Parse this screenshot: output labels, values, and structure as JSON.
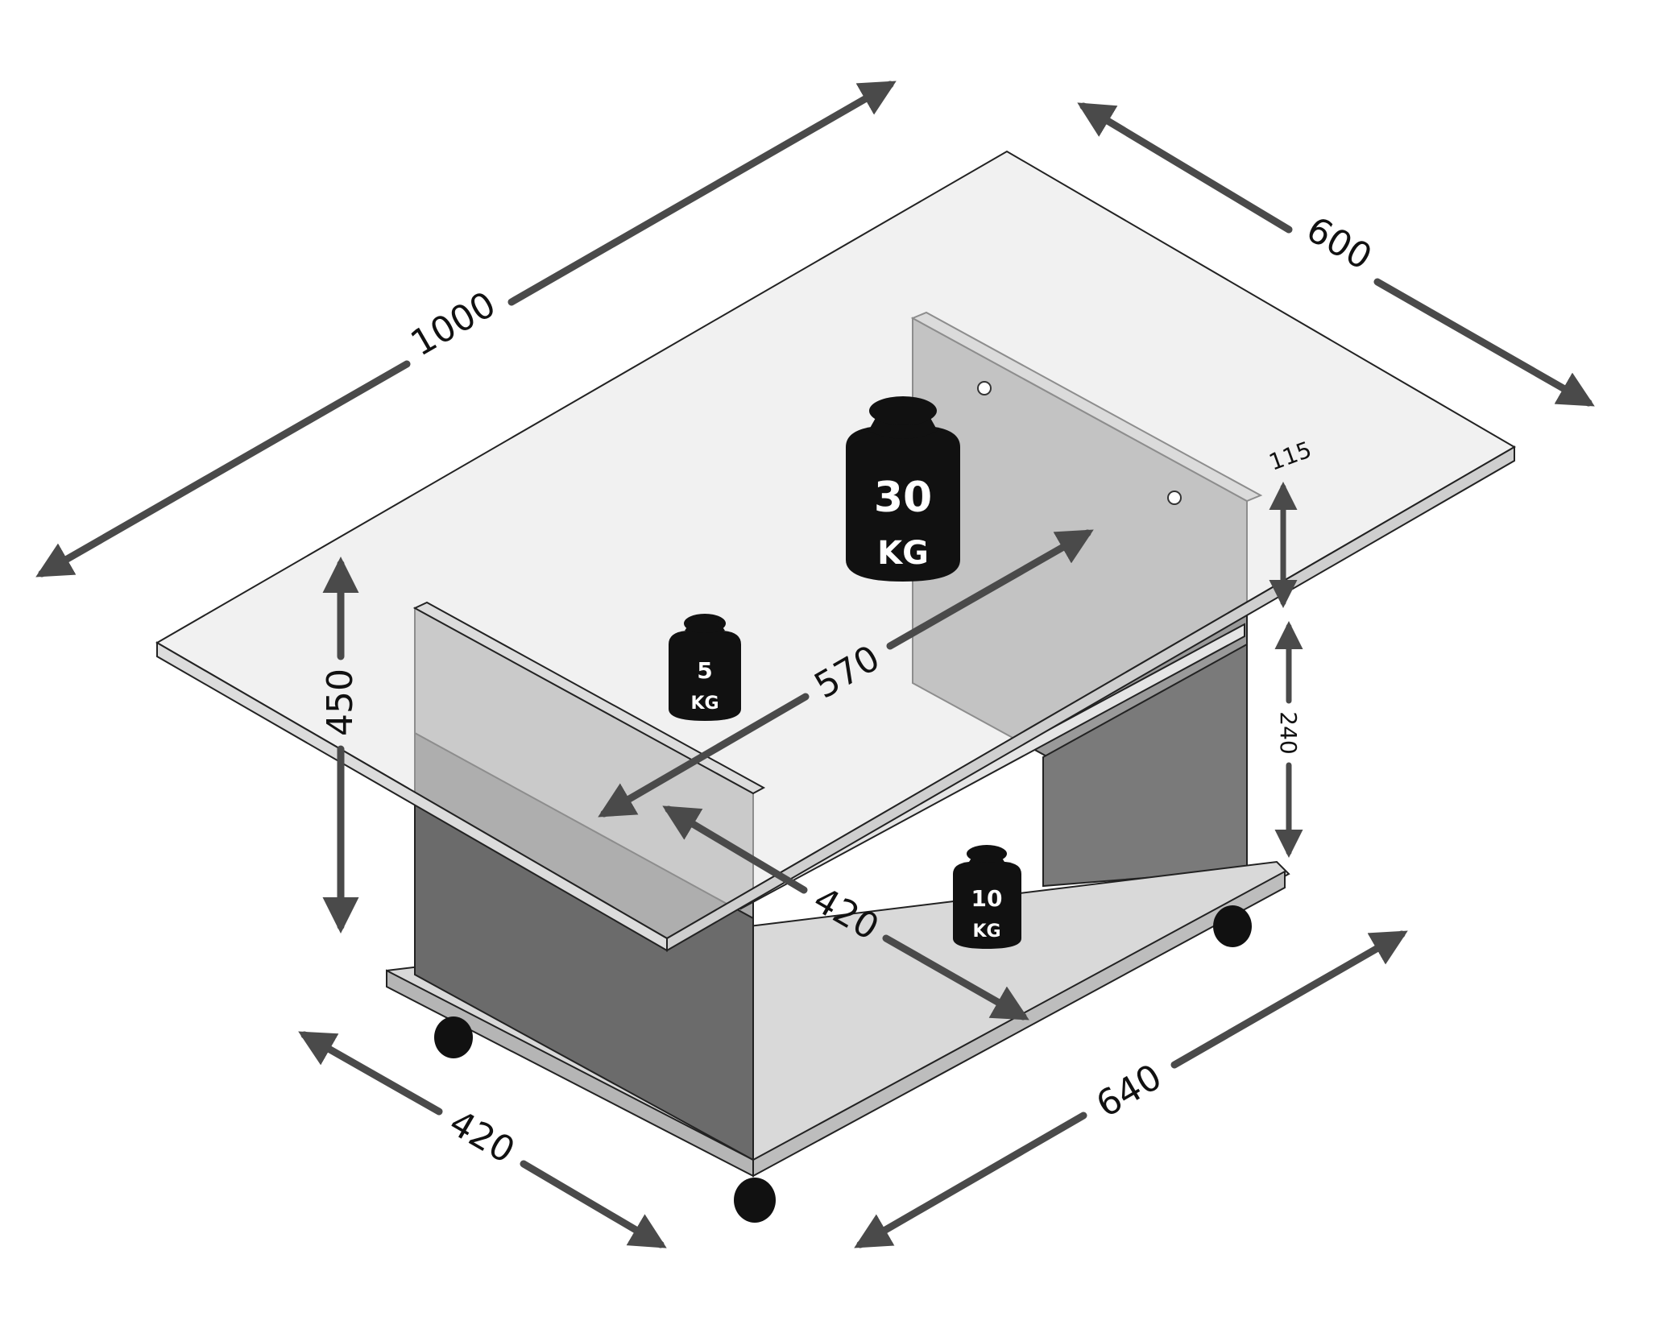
{
  "dimensions": {
    "length": "1000",
    "width": "600",
    "height": "450",
    "inner_width": "570",
    "inner_depth": "420",
    "base_depth": "420",
    "base_width": "640",
    "shelf_height": "240",
    "top_gap": "115"
  },
  "weights": {
    "top": {
      "value": "30",
      "unit": "KG"
    },
    "middle": {
      "value": "5",
      "unit": "KG"
    },
    "bottom": {
      "value": "10",
      "unit": "KG"
    }
  }
}
